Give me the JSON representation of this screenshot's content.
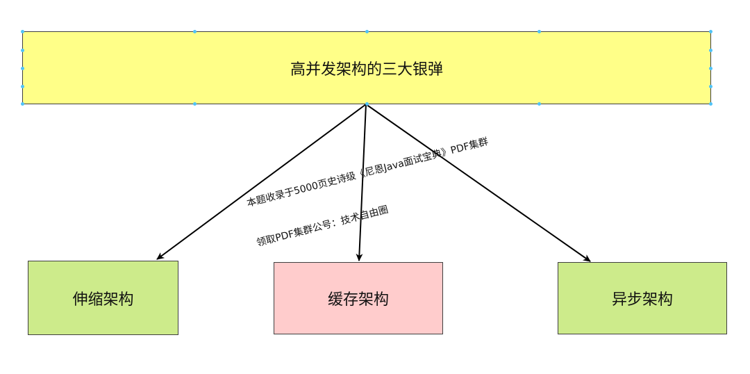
{
  "diagram": {
    "root": {
      "label": "高并发架构的三大银弹",
      "fill": "#ffff88"
    },
    "children": [
      {
        "label": "伸缩架构",
        "fill": "#cdeb8b"
      },
      {
        "label": "缓存架构",
        "fill": "#ffcccc"
      },
      {
        "label": "异步架构",
        "fill": "#cdeb8b"
      }
    ],
    "edge_color": "#000000"
  },
  "watermark": {
    "line1": "本题收录于5000页史诗级《尼恩Java面试宝典》PDF集群",
    "line2": "领取PDF集群公号：技术自由圈"
  }
}
